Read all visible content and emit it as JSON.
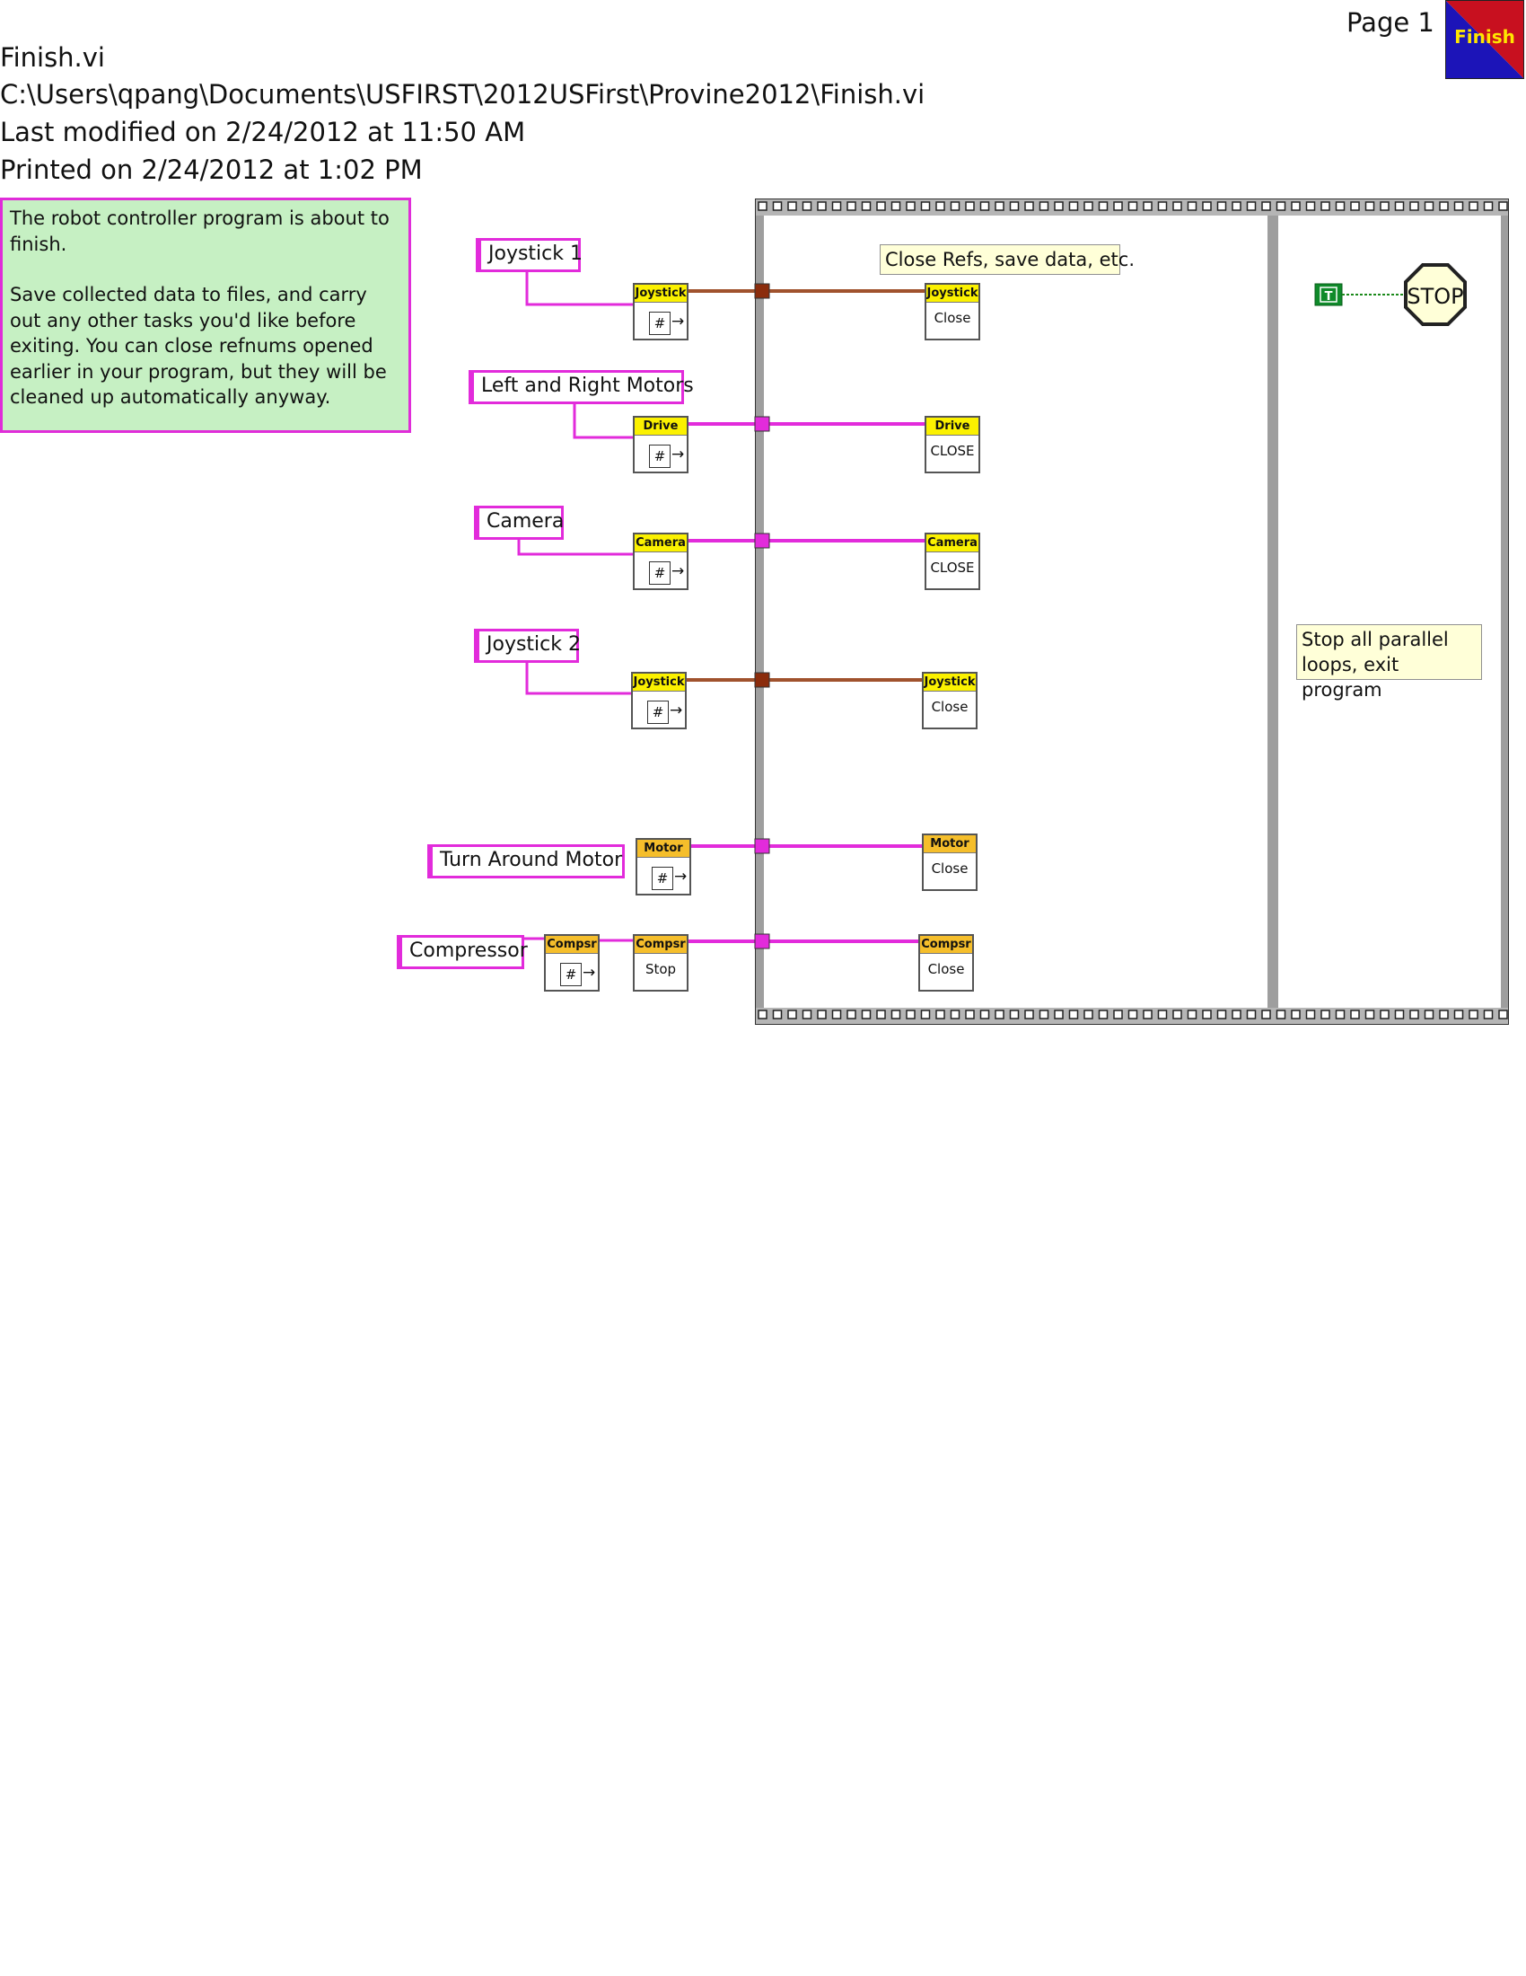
{
  "header": {
    "page": "Page 1",
    "file": "Finish.vi",
    "path": "C:\\Users\\qpang\\Documents\\USFIRST\\2012USFirst\\Provine2012\\Finish.vi",
    "modified": "Last modified on 2/24/2012 at 11:50 AM",
    "printed": "Printed on 2/24/2012 at 1:02 PM",
    "icon_text": "Finish"
  },
  "comment": {
    "line1": "The robot controller program is about to finish.",
    "line2": "Save collected data to files, and carry out any other tasks you'd like before exiting. You can close refnums opened earlier in your program, but they will be cleaned up automatically anyway."
  },
  "labels": {
    "joystick1": "Joystick 1",
    "motors": "Left and Right Motors",
    "camera": "Camera",
    "joystick2": "Joystick 2",
    "turn_motor": "Turn Around Motor",
    "compressor": "Compressor"
  },
  "notes": {
    "frame1": "Close Refs, save data, etc.",
    "frame2": "Stop all parallel loops, exit program"
  },
  "vis": {
    "j1_get": "Joystick",
    "j1_close_top": "Joystick",
    "j1_close": "Close",
    "drive_get": "Drive",
    "drive_close_top": "Drive",
    "drive_close": "CLOSE",
    "cam_get": "Camera",
    "cam_close_top": "Camera",
    "cam_close": "CLOSE",
    "j2_get": "Joystick",
    "j2_close_top": "Joystick",
    "j2_close": "Close",
    "motor_get": "Motor",
    "motor_close_top": "Motor",
    "motor_close": "Close",
    "comp_get": "Compsr",
    "comp_stop_top": "Compsr",
    "comp_stop": "Stop",
    "comp_close_top": "Compsr",
    "comp_close": "Close",
    "get_glyph": "#"
  },
  "constants": {
    "true_const": "T",
    "stop": "STOP"
  },
  "colors": {
    "wire_refnum": "#e22bdb",
    "wire_joystick": "#a0522d",
    "bool_wire": "#1c8a1c"
  }
}
